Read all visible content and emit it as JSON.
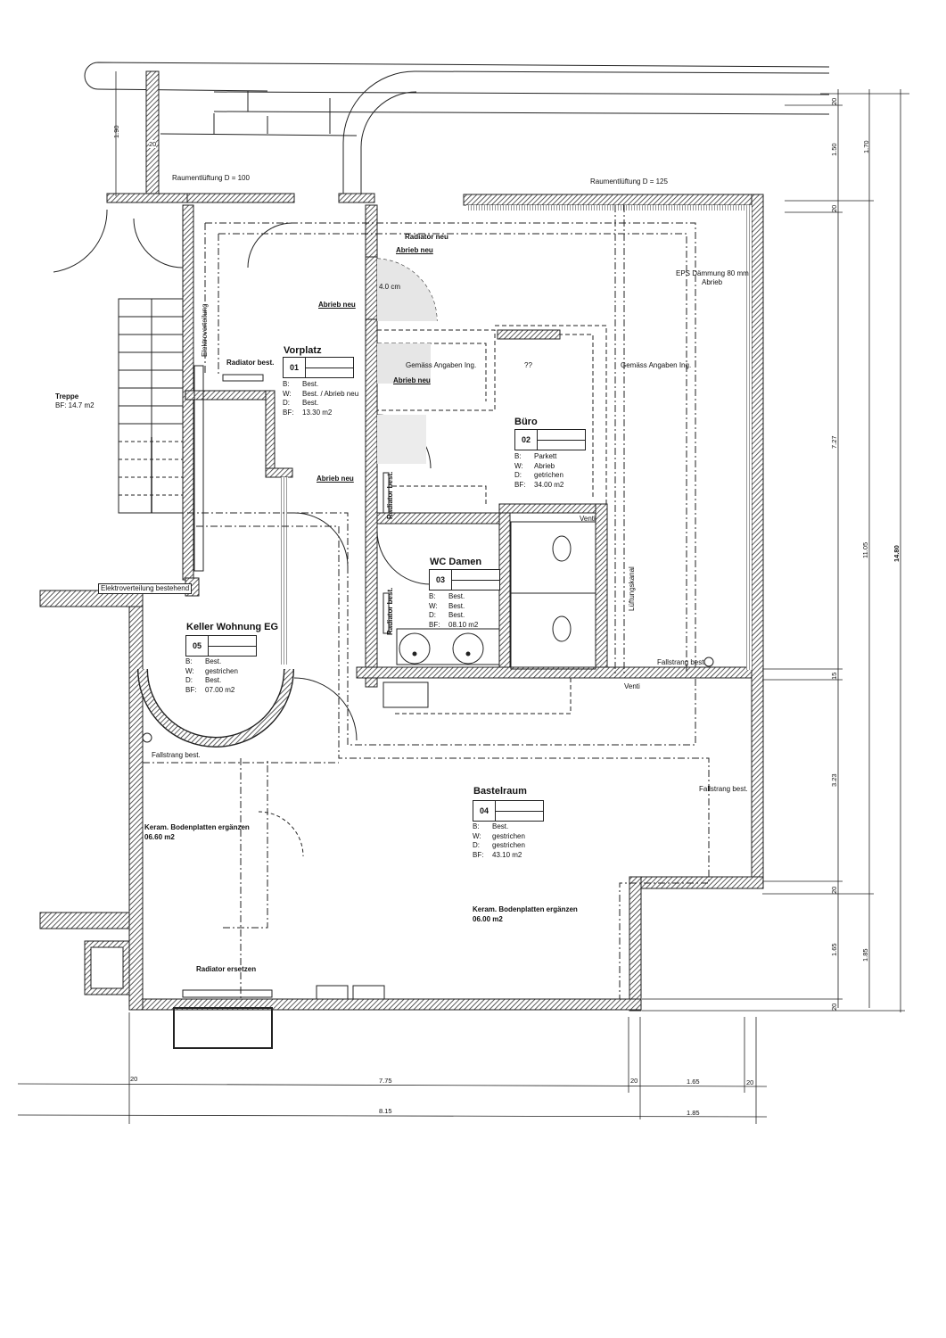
{
  "plan": {
    "rooms": [
      {
        "id": "vorplatz",
        "name": "Vorplatz",
        "number": "01",
        "props": [
          {
            "k": "B:",
            "v": "Best."
          },
          {
            "k": "W:",
            "v": "Best. / Abrieb neu"
          },
          {
            "k": "D:",
            "v": "Best."
          },
          {
            "k": "BF:",
            "v": "13.30 m2"
          }
        ]
      },
      {
        "id": "buero",
        "name": "Büro",
        "number": "02",
        "props": [
          {
            "k": "B:",
            "v": "Parkett"
          },
          {
            "k": "W:",
            "v": "Abrieb"
          },
          {
            "k": "D:",
            "v": "getrichen"
          },
          {
            "k": "BF:",
            "v": "34.00 m2"
          }
        ]
      },
      {
        "id": "wc-damen",
        "name": "WC Damen",
        "number": "03",
        "props": [
          {
            "k": "B:",
            "v": "Best."
          },
          {
            "k": "W:",
            "v": "Best."
          },
          {
            "k": "D:",
            "v": "Best."
          },
          {
            "k": "BF:",
            "v": "08.10 m2"
          }
        ]
      },
      {
        "id": "bastelraum",
        "name": "Bastelraum",
        "number": "04",
        "props": [
          {
            "k": "B:",
            "v": "Best."
          },
          {
            "k": "W:",
            "v": "gestrichen"
          },
          {
            "k": "D:",
            "v": "gestrichen"
          },
          {
            "k": "BF:",
            "v": "43.10 m2"
          }
        ]
      },
      {
        "id": "keller",
        "name": "Keller Wohnung EG",
        "number": "05",
        "props": [
          {
            "k": "B:",
            "v": "Best."
          },
          {
            "k": "W:",
            "v": "gestrichen"
          },
          {
            "k": "D:",
            "v": "Best."
          },
          {
            "k": "BF:",
            "v": "07.00 m2"
          }
        ]
      }
    ],
    "treppe": {
      "name": "Treppe",
      "area": "BF: 14.7 m2"
    },
    "notes": {
      "lueftung_100": "Raumentlüftung D = 100",
      "lueftung_125": "Raumentlüftung D = 125",
      "radiator_neu": "Radiator neu",
      "abrieb_neu": "Abrieb neu",
      "thickness": "4.0 cm",
      "eps": "EPS Dämmung 80 mm",
      "abrieb": "Abrieb",
      "radiator_best": "Radiator best.",
      "gemaess": "Gemäss Angaben Ing.",
      "unknown": "??",
      "elektro": "Elektroverteilung",
      "elektro_best": "Elektroverteilung bestehend",
      "venti": "Venti",
      "lueftungskanal": "Lüftungskanal",
      "fallstrang": "Fallstrang best.",
      "keram_1": "Keram. Bodenplatten ergänzen",
      "keram_1_area": "06.60 m2",
      "keram_2": "Keram. Bodenplatten ergänzen",
      "keram_2_area": "06.00 m2",
      "radiator_ersetzen": "Radiator ersetzen"
    },
    "dimensions": {
      "left_190": "1.90",
      "left_20": "20",
      "right_20a": "20",
      "right_150": "1.50",
      "right_170": "1.70",
      "right_20b": "20",
      "right_727": "7.27",
      "right_1105": "11.05",
      "right_1480": "14.80",
      "right_15": "15",
      "right_323": "3.23",
      "right_20c": "20",
      "right_165": "1.65",
      "right_185": "1.85",
      "right_20d": "20",
      "bottom_20a": "20",
      "bottom_775": "7.75",
      "bottom_20b": "20",
      "bottom_165": "1.65",
      "bottom_20c": "20",
      "bottom_815": "8.15",
      "bottom_185": "1.85"
    }
  }
}
